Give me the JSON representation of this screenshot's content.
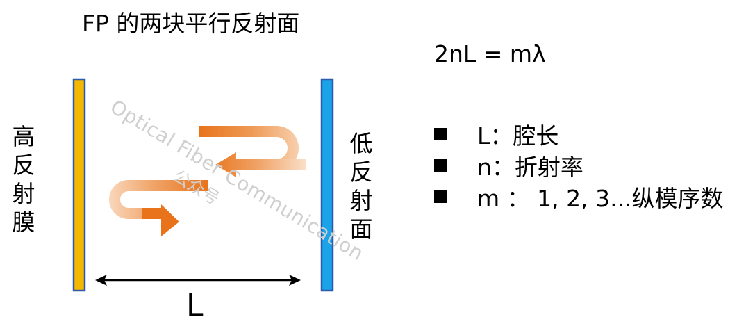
{
  "title": "FP 的两块平行反射面",
  "equation": "2nL = mλ",
  "left_mirror": {
    "label": "高反射膜",
    "color": "#F5B800",
    "border": "#2E5BA8"
  },
  "right_mirror": {
    "label": "低反射面",
    "color": "#1AA3E8",
    "border": "#2E5BA8"
  },
  "legend": [
    {
      "text": "L：腔长"
    },
    {
      "text": "n：折射率"
    },
    {
      "text": "m ： 1, 2, 3...纵模序数"
    }
  ],
  "length_label": "L",
  "watermark": {
    "main": "Optical Fiber Communication",
    "sub": "公众号"
  },
  "colors": {
    "beam": "#E8731A",
    "beam_fade": "#F8D9BF"
  }
}
